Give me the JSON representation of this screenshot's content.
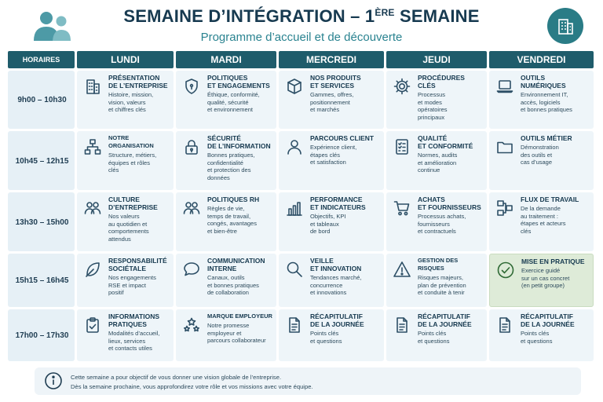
{
  "header": {
    "title_main": "SEMAINE D’INTÉGRATION – 1",
    "title_sup": "ÈRE",
    "title_end": " SEMAINE",
    "subtitle": "Programme d’accueil et de découverte"
  },
  "columns": [
    "HORAIRES",
    "LUNDI",
    "MARDI",
    "MERCREDI",
    "JEUDI",
    "VENDREDI"
  ],
  "rows": [
    {
      "time": "9h00 – 10h30",
      "cells": [
        {
          "icon": "building-icon",
          "title": "Présentation\nde l’entreprise",
          "desc": "Histoire, mission,\nvision, valeurs\net chiffres clés"
        },
        {
          "icon": "shield-icon",
          "title": "Politiques\net engagements",
          "desc": "Éthique, conformité,\nqualité, sécurité\net environnement"
        },
        {
          "icon": "box-icon",
          "title": "Nos produits\net services",
          "desc": "Gammes, offres,\npositionnement\net marchés"
        },
        {
          "icon": "gear-icon",
          "title": "Procédures\nclés",
          "desc": "Processus\net modes\nopératoires\nprincipaux"
        },
        {
          "icon": "laptop-icon",
          "title": "Outils numériques",
          "desc": "Environnement IT,\naccès, logiciels\net bonnes pratiques"
        }
      ]
    },
    {
      "time": "10h45 – 12h15",
      "cells": [
        {
          "icon": "org-chart-icon",
          "title": "Notre organisation",
          "desc": "Structure, métiers,\néquipes et rôles\nclés",
          "small": true
        },
        {
          "icon": "lock-icon",
          "title": "Sécurité\nde l’information",
          "desc": "Bonnes pratiques,\nconfidentialité\net protection des\ndonnées"
        },
        {
          "icon": "user-icon",
          "title": "Parcours client",
          "desc": "Expérience client,\nétapes clés\net satisfaction"
        },
        {
          "icon": "checklist-icon",
          "title": "Qualité\net conformité",
          "desc": "Normes, audits\net amélioration\ncontinue"
        },
        {
          "icon": "folder-icon",
          "title": "Outils métier",
          "desc": "Démonstration\ndes outils et\ncas d’usage"
        }
      ]
    },
    {
      "time": "13h30 – 15h00",
      "cells": [
        {
          "icon": "team-icon",
          "title": "Culture\nd’entreprise",
          "desc": "Nos valeurs\nau quotidien et\ncomportements\nattendus"
        },
        {
          "icon": "team-icon",
          "title": "Politiques RH",
          "desc": "Règles de vie,\ntemps de travail,\ncongés, avantages\net bien-être"
        },
        {
          "icon": "bar-chart-icon",
          "title": "Performance\net indicateurs",
          "desc": "Objectifs, KPI\net tableaux\nde bord"
        },
        {
          "icon": "cart-icon",
          "title": "Achats\net fournisseurs",
          "desc": "Processus achats,\nfournisseurs\net contractuels"
        },
        {
          "icon": "workflow-icon",
          "title": "Flux de travail",
          "desc": "De la demande\nau traitement :\nétapes et acteurs\nclés"
        }
      ]
    },
    {
      "time": "15h15 – 16h45",
      "cells": [
        {
          "icon": "leaf-icon",
          "title": "Responsabilité\nsociétale",
          "desc": "Nos engagements\nRSE et impact\npositif"
        },
        {
          "icon": "chat-icon",
          "title": "Communication\ninterne",
          "desc": "Canaux, outils\net bonnes pratiques\nde collaboration"
        },
        {
          "icon": "search-icon",
          "title": "Veille\net innovation",
          "desc": "Tendances marché,\nconcurrence\net innovations"
        },
        {
          "icon": "warning-icon",
          "title": "Gestion des risques",
          "desc": "Risques majeurs,\nplan de prévention\net conduite à tenir",
          "small": true
        },
        {
          "icon": "check-circle-icon",
          "title": "Mise en pratique",
          "desc": "Exercice guidé\nsur un cas concret\n(en petit groupe)",
          "highlight": true
        }
      ]
    },
    {
      "time": "17h00 – 17h30",
      "cells": [
        {
          "icon": "clipboard-icon",
          "title": "Informations\npratiques",
          "desc": "Modalités d’accueil,\nlieux, services\net contacts utiles"
        },
        {
          "icon": "stars-icon",
          "title": "Marque employeur",
          "desc": "Notre promesse\nemployeur et\nparcours collaborateur",
          "small": true
        },
        {
          "icon": "document-icon",
          "title": "Récapitulatif\nde la journée",
          "desc": "Points clés\net questions"
        },
        {
          "icon": "document-icon",
          "title": "Récapitulatif\nde la journée",
          "desc": "Points clés\net questions"
        },
        {
          "icon": "document-icon",
          "title": "Récapitulatif\nde la journée",
          "desc": "Points clés\net questions"
        }
      ]
    }
  ],
  "footer": {
    "line1": "Cette semaine a pour objectif de vous donner une vision globale de l’entreprise.",
    "line2": "Dès la semaine prochaine, vous approfondirez votre rôle et vos missions avec votre équipe."
  }
}
